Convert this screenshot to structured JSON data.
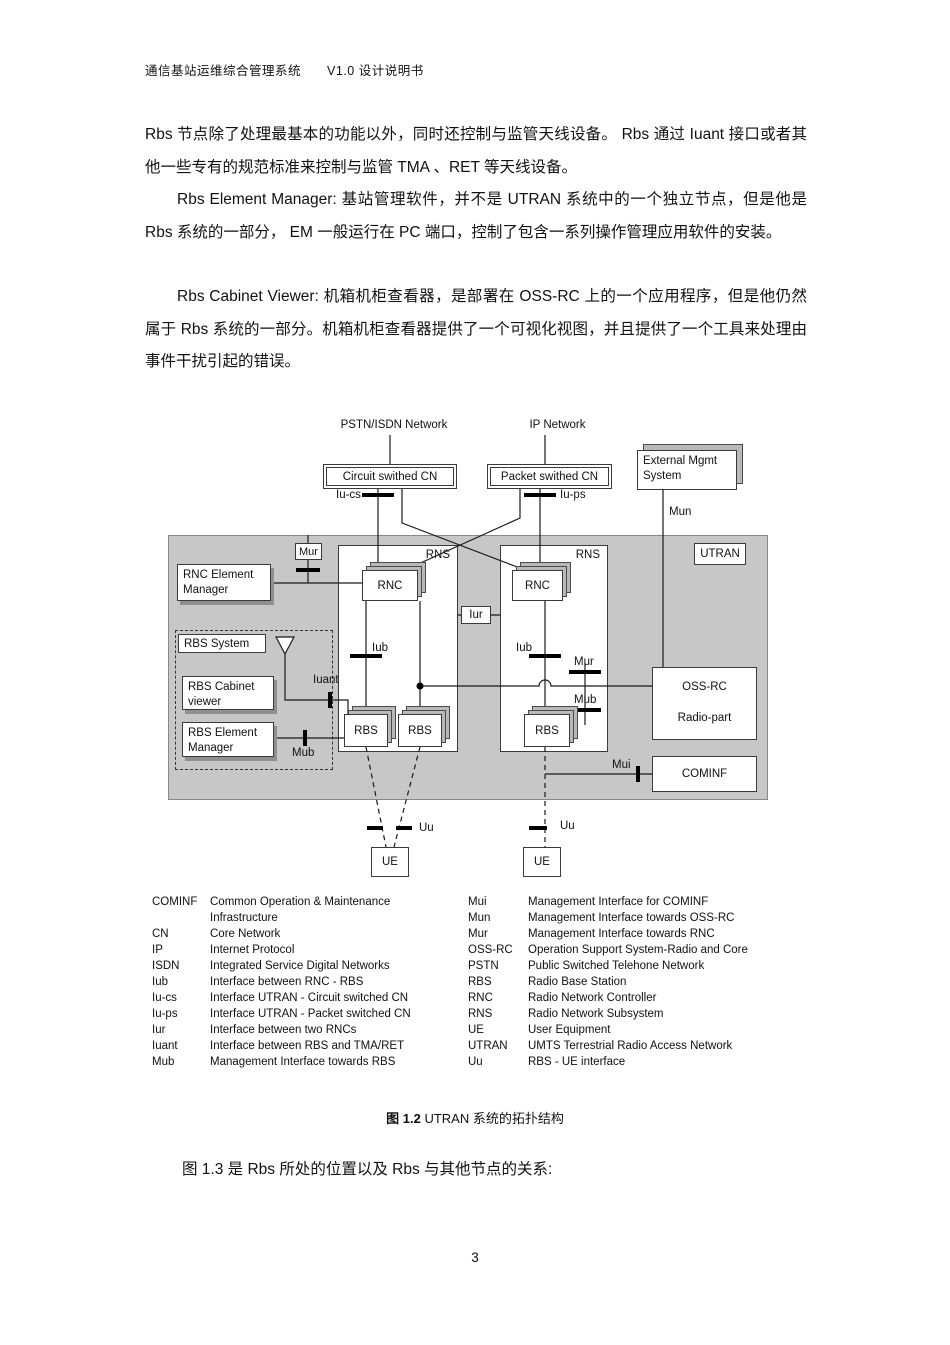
{
  "header": {
    "title_left": "通信基站运维综合管理系统",
    "title_right": "V1.0 设计说明书"
  },
  "paragraphs": {
    "p1": "Rbs 节点除了处理最基本的功能以外，同时还控制与监管天线设备。 Rbs 通过 Iuant 接口或者其他一些专有的规范标准来控制与监管 TMA 、RET 等天线设备。",
    "p2": "Rbs Element Manager: 基站管理软件，并不是 UTRAN 系统中的一个独立节点，但是他是 Rbs 系统的一部分， EM 一般运行在 PC 端口，控制了包含一系列操作管理应用软件的安装。",
    "p3": "Rbs Cabinet Viewer: 机箱机柜查看器，是部署在 OSS-RC 上的一个应用程序，但是他仍然属于 Rbs 系统的一部分。机箱机柜查看器提供了一个可视化视图，并且提供了一个工具来处理由事件干扰引起的错误。"
  },
  "diagram": {
    "pstn_label": "PSTN/ISDN Network",
    "ip_label": "IP Network",
    "circuit_cn": "Circuit swithed CN",
    "packet_cn": "Packet swithed CN",
    "external_mgmt": "External Mgmt\nSystem",
    "iu_cs": "Iu-cs",
    "iu_ps": "Iu-ps",
    "mun": "Mun",
    "utran": "UTRAN",
    "mur_top": "Mur",
    "rns": "RNS",
    "rnc": "RNC",
    "rnc_em": "RNC Element\nManager",
    "iur": "Iur",
    "rbs_system": "RBS System",
    "rbs_cabinet_viewer": "RBS Cabinet\nviewer",
    "rbs_em": "RBS Element\nManager",
    "iuant": "Iuant",
    "mub_left": "Mub",
    "iub": "Iub",
    "mur_right": "Mur",
    "mub_right": "Mub",
    "rbs": "RBS",
    "oss_rc": "OSS-RC",
    "oss_rc_sub": "Radio-part",
    "cominf": "COMINF",
    "mui": "Mui",
    "ue": "UE",
    "uu": "Uu"
  },
  "legend": {
    "left": [
      {
        "abbr": "COMINF",
        "def": "Common Operation & Maintenance\nInfrastructure"
      },
      {
        "abbr": "CN",
        "def": "Core Network"
      },
      {
        "abbr": "IP",
        "def": "Internet Protocol"
      },
      {
        "abbr": "ISDN",
        "def": "Integrated Service Digital Networks"
      },
      {
        "abbr": "Iub",
        "def": "Interface between RNC - RBS"
      },
      {
        "abbr": "Iu-cs",
        "def": "Interface UTRAN - Circuit switched CN"
      },
      {
        "abbr": "Iu-ps",
        "def": "Interface UTRAN - Packet switched CN"
      },
      {
        "abbr": "Iur",
        "def": "Interface between two RNCs"
      },
      {
        "abbr": "Iuant",
        "def": "Interface between RBS and TMA/RET"
      },
      {
        "abbr": "Mub",
        "def": "Management Interface towards RBS"
      }
    ],
    "right": [
      {
        "abbr": "Mui",
        "def": "Management Interface for COMINF"
      },
      {
        "abbr": "Mun",
        "def": "Management Interface towards OSS-RC"
      },
      {
        "abbr": "Mur",
        "def": "Management Interface towards RNC"
      },
      {
        "abbr": "OSS-RC",
        "def": "Operation Support System-Radio and Core"
      },
      {
        "abbr": "PSTN",
        "def": "Public Switched Telehone Network"
      },
      {
        "abbr": "RBS",
        "def": "Radio Base Station"
      },
      {
        "abbr": "RNC",
        "def": "Radio Network Controller"
      },
      {
        "abbr": "RNS",
        "def": "Radio Network Subsystem"
      },
      {
        "abbr": "UE",
        "def": "User Equipment"
      },
      {
        "abbr": "UTRAN",
        "def": "UMTS Terrestrial Radio Access Network"
      },
      {
        "abbr": "Uu",
        "def": "RBS - UE interface"
      }
    ]
  },
  "caption": {
    "fig": "图",
    "number": "1.2",
    "text": "UTRAN 系统的拓扑结构"
  },
  "closing": "图 1.3 是 Rbs 所处的位置以及 Rbs 与其他节点的关系:",
  "page_number": "3"
}
